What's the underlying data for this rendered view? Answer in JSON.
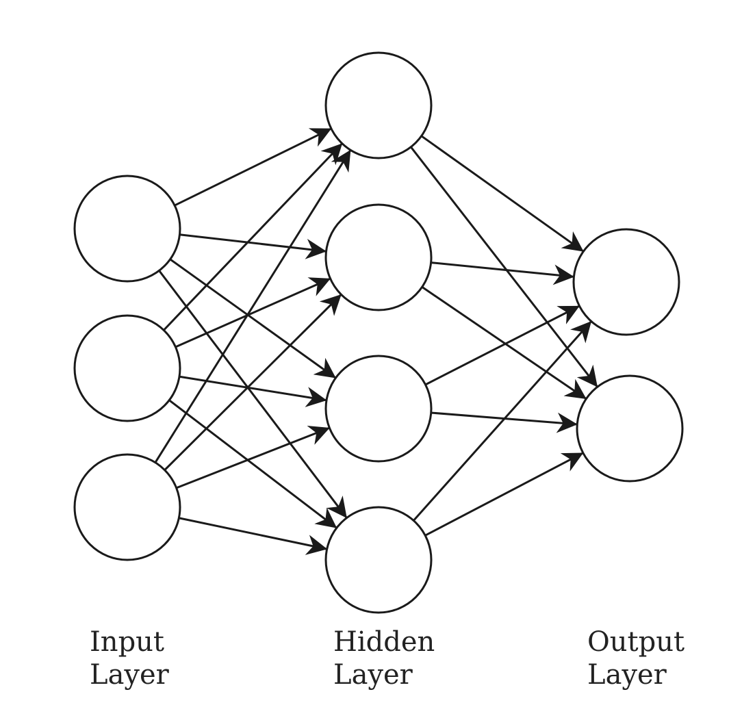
{
  "diagram": {
    "colors": {
      "stroke": "#1a1a1a",
      "arrowhead": "#1a1a1a",
      "node_fill": "#ffffff",
      "label_text": "#222222"
    },
    "layers": [
      {
        "id": "input",
        "line1": "Input",
        "line2": "Layer",
        "node_count": 3
      },
      {
        "id": "hidden",
        "line1": "Hidden",
        "line2": "Layer",
        "node_count": 4
      },
      {
        "id": "output",
        "line1": "Output",
        "line2": "Layer",
        "node_count": 2
      }
    ],
    "connections": "fully-connected",
    "arrowheads": true
  }
}
